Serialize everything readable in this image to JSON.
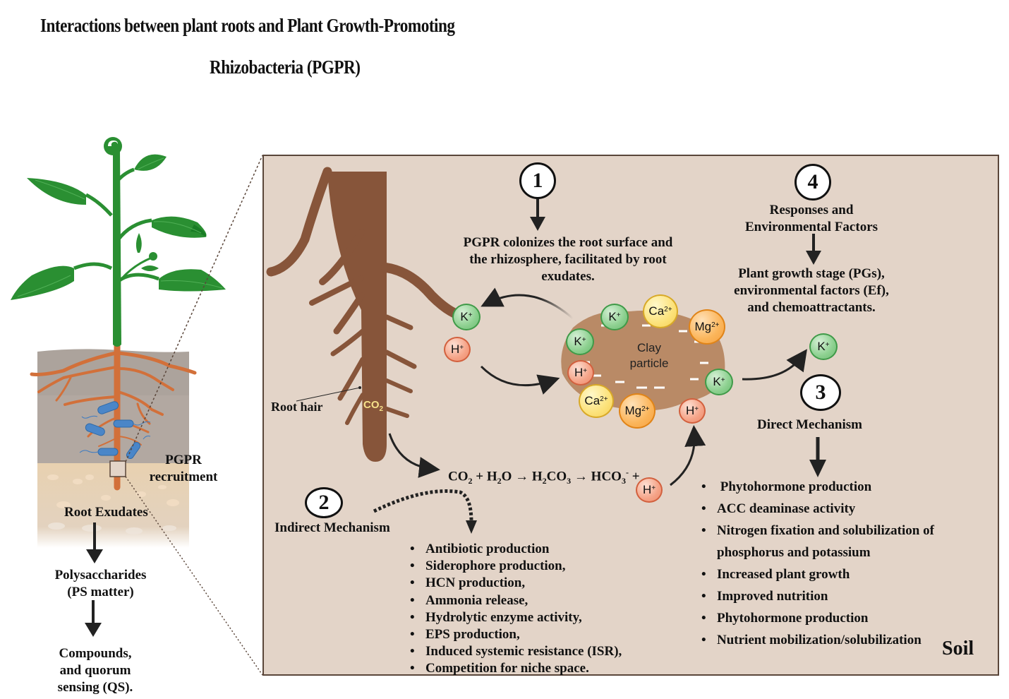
{
  "title": {
    "line1": "Interactions between plant roots and Plant Growth-Promoting",
    "line2": "Rhizobacteria (PGPR)"
  },
  "left_panel": {
    "pgpr_label_1": "PGPR",
    "pgpr_label_2": "recruitment",
    "root_exudates": "Root Exudates",
    "polysaccharides_1": "Polysaccharides",
    "polysaccharides_2": "(PS matter)",
    "compounds_1": "Compounds,",
    "compounds_2": "and quorum",
    "compounds_3": "sensing (QS)."
  },
  "zoom_panel": {
    "step1": {
      "number": "1",
      "text_1": "PGPR colonizes the root surface and",
      "text_2": "the rhizosphere, facilitated by root",
      "text_3": "exudates."
    },
    "step2": {
      "number": "2",
      "label": "Indirect Mechanism",
      "items": [
        "Antibiotic production",
        "Siderophore production,",
        "HCN production,",
        "Ammonia release,",
        "Hydrolytic enzyme activity,",
        "EPS production,",
        "Induced systemic resistance (ISR),",
        "Competition for niche space."
      ]
    },
    "step3": {
      "number": "3",
      "label": "Direct Mechanism",
      "items": [
        " Phytohormone production",
        "ACC deaminase activity",
        "Nitrogen fixation and solubilization of phosphorus and potassium",
        "Increased plant growth",
        "Improved nutrition",
        "Phytohormone production",
        "Nutrient mobilization/solubilization"
      ]
    },
    "step4": {
      "number": "4",
      "heading_1": "Responses and",
      "heading_2": "Environmental Factors",
      "text_1": "Plant growth stage (PGs),",
      "text_2": "environmental factors (Ef),",
      "text_3": "and chemoattractants."
    },
    "root_hair_label": "Root hair",
    "co2_label": "CO",
    "co2_sub": "2",
    "clay_label_1": "Clay",
    "clay_label_2": "particle",
    "equation": {
      "p1": "CO",
      "s1": "2",
      "p2": " + H",
      "s2": "2",
      "p3": "O → H",
      "s3": "2",
      "p4": "CO",
      "s4": "3",
      "p5": " → HCO",
      "s5": "3",
      "sup5": "-",
      "p6": " +"
    },
    "soil_label": "Soil",
    "ions": {
      "k": "K",
      "k_charge": "+",
      "h": "H",
      "h_charge": "+",
      "ca": "Ca",
      "ca_charge": "2+",
      "mg": "Mg",
      "mg_charge": "2+"
    }
  },
  "colors": {
    "panel_bg": "#e3d4c8",
    "panel_border": "#5a463a",
    "root_brown": "#87553a",
    "clay": "#b98a66",
    "plant_green": "#2a8f32",
    "plant_root": "#d2703a",
    "bacteria_blue": "#4a86c8",
    "soil_gray": "#aca39c",
    "soil_sand": "#ecd2ae"
  }
}
